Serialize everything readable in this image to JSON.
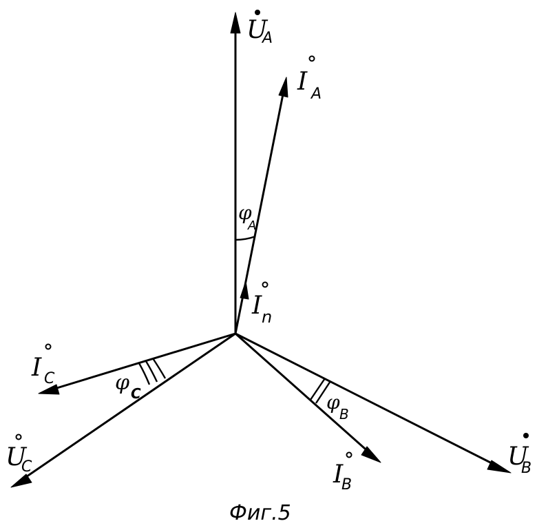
{
  "figure": {
    "caption": "Фиг.5"
  },
  "vectors": {
    "ua": {
      "main": "U",
      "sub": "A"
    },
    "ia": {
      "main": "I",
      "sub": "A"
    },
    "in": {
      "main": "I",
      "sub": "n"
    },
    "ub": {
      "main": "U",
      "sub": "B"
    },
    "ib": {
      "main": "I",
      "sub": "B"
    },
    "uc": {
      "main": "U",
      "sub": "C"
    },
    "ic": {
      "main": "I",
      "sub": "C"
    }
  },
  "angles": {
    "phi_a": {
      "main": "φ",
      "sub": "A"
    },
    "phi_b": {
      "main": "φ",
      "sub": "B"
    },
    "phi_c": {
      "main": "φ",
      "sub": "C"
    }
  }
}
